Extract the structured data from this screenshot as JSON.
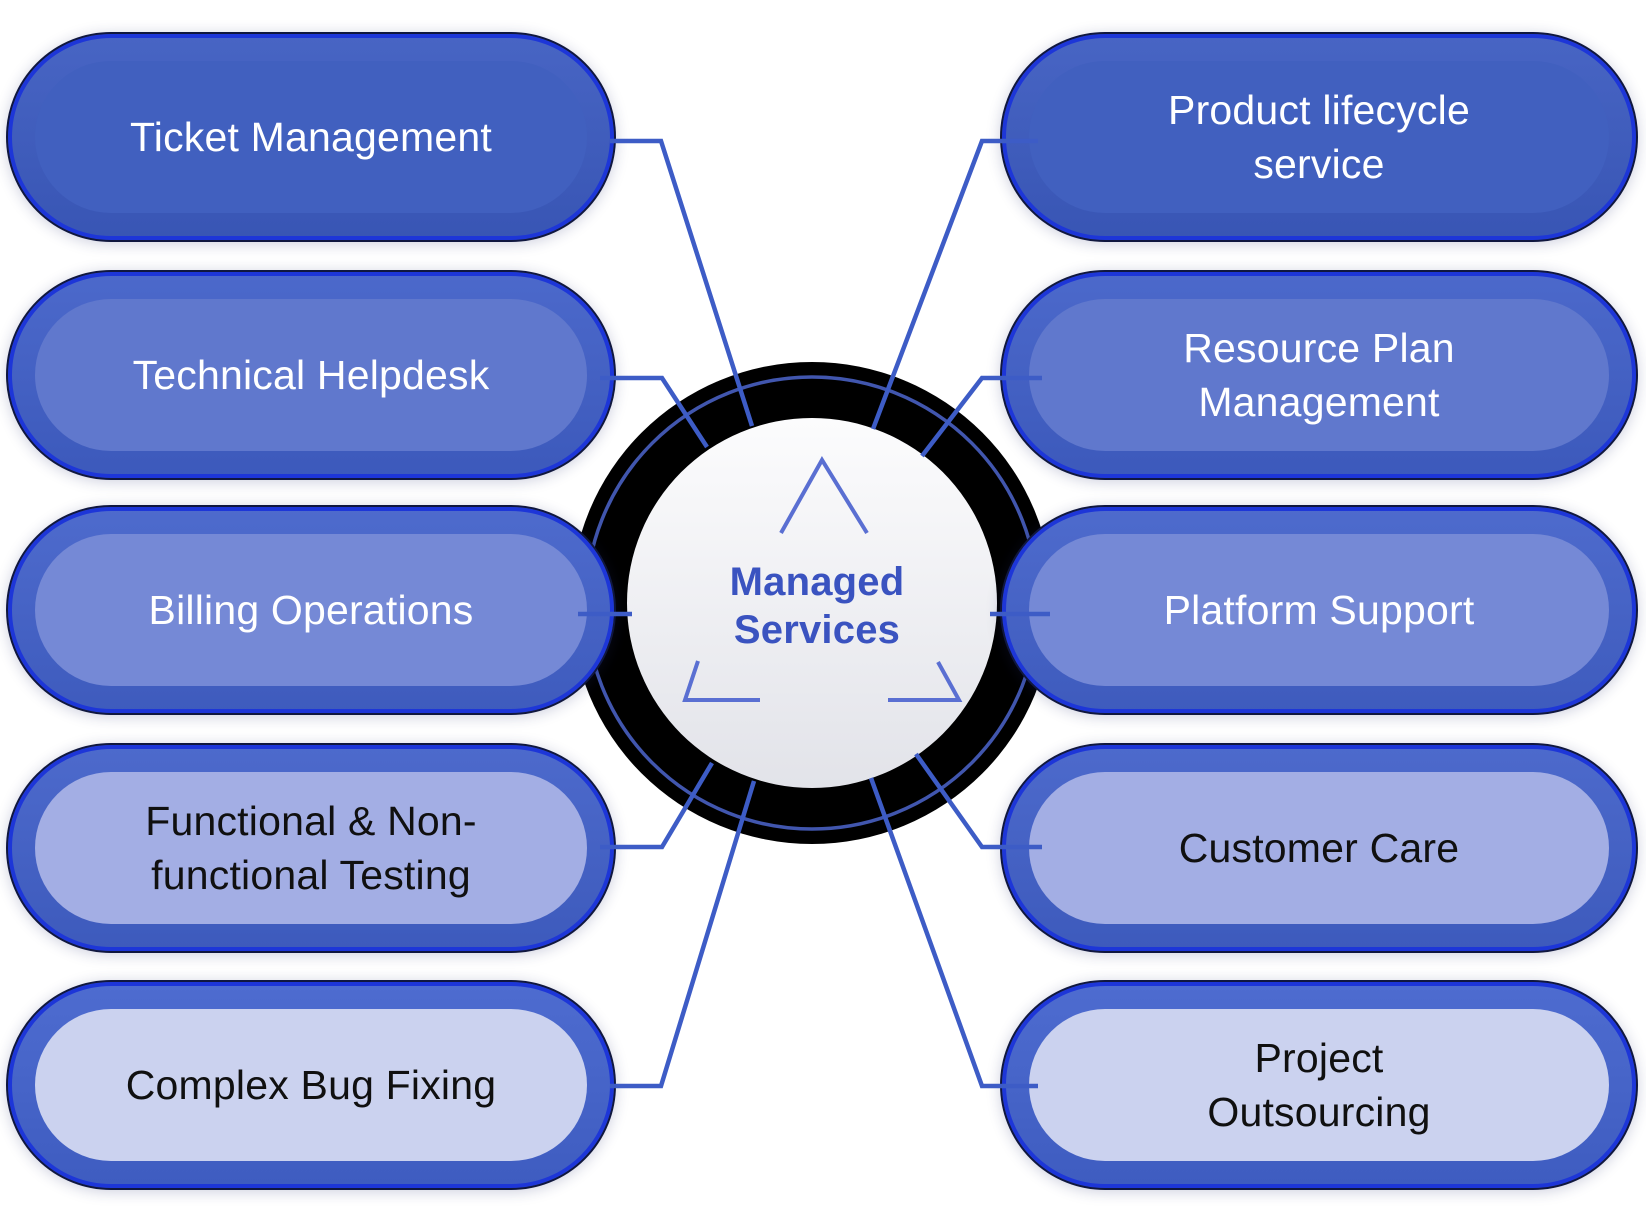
{
  "center": {
    "label": "Managed Services"
  },
  "colors": {
    "connector": "#3d5cc6",
    "ring_outline": "#4156ae",
    "triangle": "#5a6fd2",
    "center_text": "#3a53c0",
    "center_disc": "#000000",
    "center_face_top": "#fcfcfd",
    "center_face_bottom": "#e2e3e9",
    "pill_border": "#10173f",
    "pill_border_glow": "#1d36d8"
  },
  "pills_left": [
    {
      "label": "Ticket Management",
      "outer": "#3855b4",
      "inner": "#4160bf",
      "text_color": "#ffffff"
    },
    {
      "label": "Technical Helpdesk",
      "outer": "#3c59bb",
      "inner": "#6078cd",
      "text_color": "#ffffff"
    },
    {
      "label": "Billing Operations",
      "outer": "#3e5bbd",
      "inner": "#7589d6",
      "text_color": "#ffffff"
    },
    {
      "label": "Functional & Non-\nfunctional Testing",
      "outer": "#3d5abc",
      "inner": "#a3aee4",
      "text_color": "#101010"
    },
    {
      "label": "Complex Bug Fixing",
      "outer": "#3e5cc0",
      "inner": "#cbd2ef",
      "text_color": "#101010"
    }
  ],
  "pills_right": [
    {
      "label": "Product lifecycle\nservice",
      "outer": "#3855b4",
      "inner": "#4160bf",
      "text_color": "#ffffff"
    },
    {
      "label": "Resource Plan\nManagement",
      "outer": "#3c59bb",
      "inner": "#6078cd",
      "text_color": "#ffffff"
    },
    {
      "label": "Platform Support",
      "outer": "#3e5bbd",
      "inner": "#7589d6",
      "text_color": "#ffffff"
    },
    {
      "label": "Customer Care",
      "outer": "#3d5abc",
      "inner": "#a3aee4",
      "text_color": "#101010"
    },
    {
      "label": "Project\nOutsourcing",
      "outer": "#3e5cc0",
      "inner": "#cbd2ef",
      "text_color": "#101010"
    }
  ]
}
